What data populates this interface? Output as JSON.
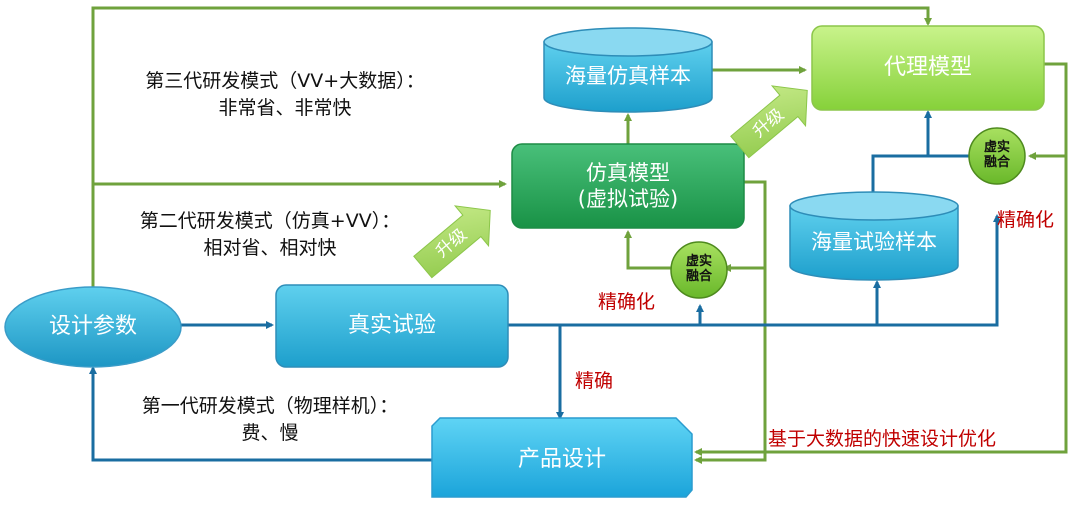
{
  "nodes": {
    "design_params": "设计参数",
    "real_test": "真实试验",
    "product_design": "产品设计",
    "sim_model_line1": "仿真模型",
    "sim_model_line2": "(虚拟试验)",
    "massive_sim_samples": "海量仿真样本",
    "surrogate_model": "代理模型",
    "massive_test_samples": "海量试验样本",
    "fusion_1": "虚实\n融合",
    "fusion_2": "虚实\n融合"
  },
  "generations": {
    "third_line1": "第三代研发模式（VV+大数据）：",
    "third_line2": "非常省、非常快",
    "second_line1": "第二代研发模式（仿真+VV）：",
    "second_line2": "相对省、相对快",
    "first_line1": "第一代研发模式（物理样机）：",
    "first_line2": "费、慢"
  },
  "upgrade_labels": {
    "upgrade_1": "升级",
    "upgrade_2": "升级"
  },
  "annotations": {
    "precise": "精确",
    "refine_1": "精确化",
    "refine_2": "精确化",
    "bigdata_opt": "基于大数据的快速设计优化"
  },
  "colors": {
    "green_line": "#6fa23c",
    "blue_line": "#1a6da1",
    "red_line": "#c00000",
    "red_text": "#c00000"
  }
}
